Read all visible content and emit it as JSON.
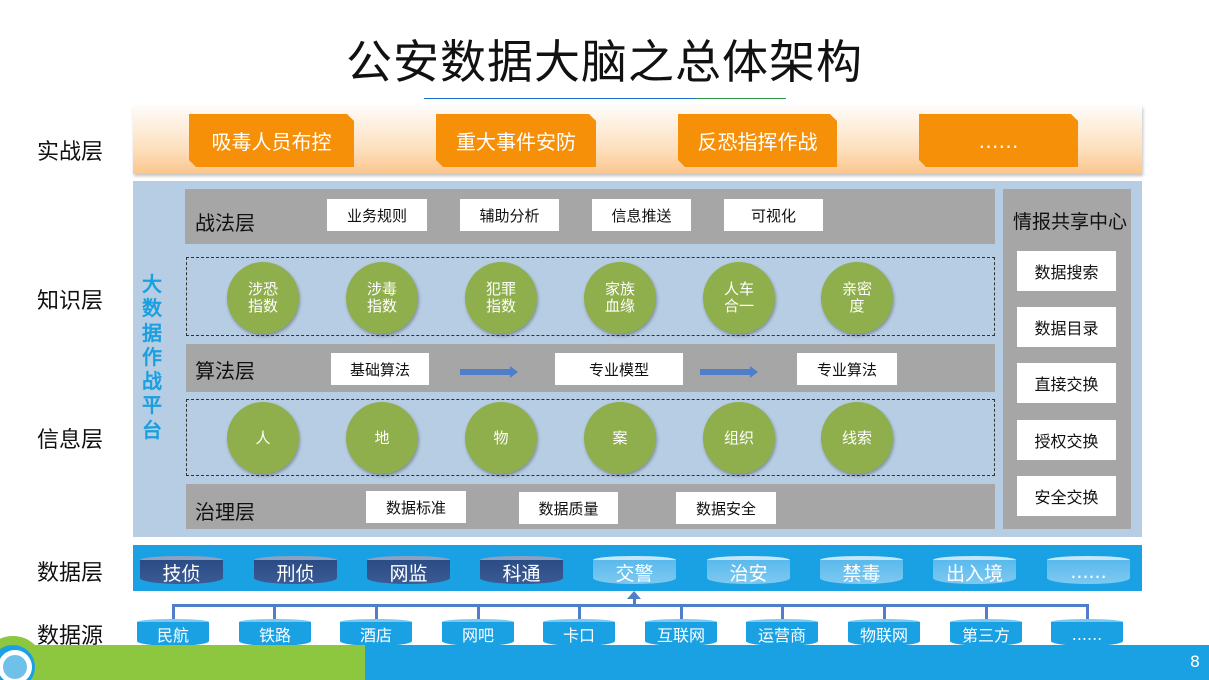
{
  "title": "公安数据大脑之总体架构",
  "rows": {
    "practice": "实战层",
    "knowledge": "知识层",
    "information": "信息层",
    "data": "数据层",
    "source": "数据源"
  },
  "practice_items": [
    "吸毒人员布控",
    "重大事件安防",
    "反恐指挥作战",
    "……"
  ],
  "platform_label": "大数据作战平台",
  "tactics": {
    "label": "战法层",
    "items": [
      "业务规则",
      "辅助分析",
      "信息推送",
      "可视化"
    ]
  },
  "knowledge_circles": [
    [
      "涉恐",
      "指数"
    ],
    [
      "涉毒",
      "指数"
    ],
    [
      "犯罪",
      "指数"
    ],
    [
      "家族",
      "血缘"
    ],
    [
      "人车",
      "合一"
    ],
    [
      "亲密",
      "度"
    ]
  ],
  "algorithm": {
    "label": "算法层",
    "items": [
      "基础算法",
      "专业模型",
      "专业算法"
    ]
  },
  "info_circles": [
    "人",
    "地",
    "物",
    "案",
    "组织",
    "线索"
  ],
  "governance": {
    "label": "治理层",
    "items": [
      "数据标准",
      "数据质量",
      "数据安全"
    ]
  },
  "intel_center": {
    "title": "情报共享中心",
    "items": [
      "数据搜索",
      "数据目录",
      "直接交换",
      "授权交换",
      "安全交换"
    ]
  },
  "data_layer": [
    "技侦",
    "刑侦",
    "网监",
    "科通",
    "交警",
    "治安",
    "禁毒",
    "出入境",
    "......"
  ],
  "data_sources": [
    "民航",
    "铁路",
    "酒店",
    "网吧",
    "卡口",
    "互联网",
    "运营商",
    "物联网",
    "第三方",
    "......"
  ],
  "page_number": "8",
  "colors": {
    "orange": "#f79009",
    "platform_bg": "#b7cde3",
    "gray_bar": "#a6a6a6",
    "circle_green": "#8fae4c",
    "accent_blue": "#1aa1e3",
    "dark_cylinder": "#2b4b85",
    "footer_green": "#8dc63f"
  }
}
